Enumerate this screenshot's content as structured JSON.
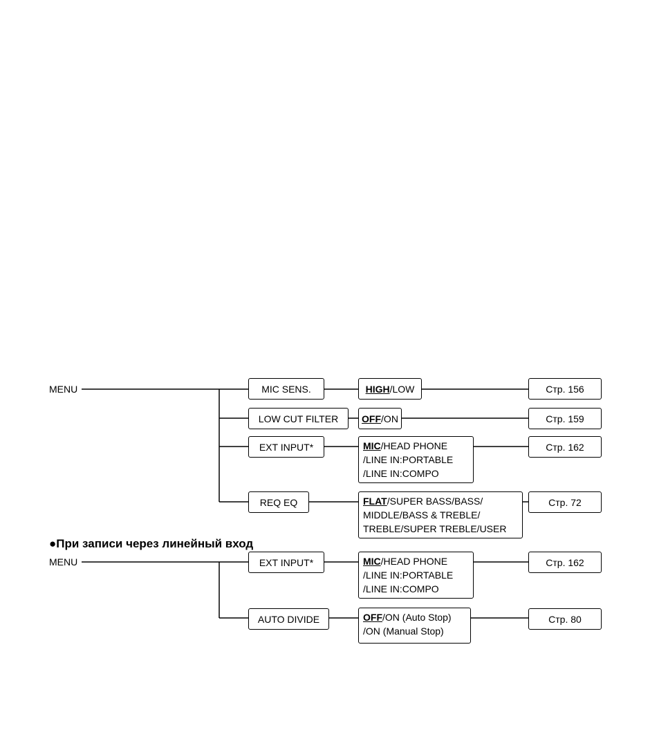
{
  "section1": {
    "menu_label": "MENU",
    "rows": [
      {
        "item": "MIC SENS.",
        "options": [
          {
            "default": "HIGH",
            "rest": "/LOW"
          }
        ],
        "page": "Стр. 156"
      },
      {
        "item": "LOW CUT FILTER",
        "options": [
          {
            "default": "OFF",
            "rest": "/ON"
          }
        ],
        "page": "Стр. 159"
      },
      {
        "item": "EXT INPUT*",
        "options": [
          {
            "default": "MIC",
            "rest": "/HEAD PHONE"
          },
          {
            "default": "",
            "rest": "/LINE IN:PORTABLE"
          },
          {
            "default": "",
            "rest": "/LINE IN:COMPO"
          }
        ],
        "page": "Стр. 162"
      },
      {
        "item": "REQ EQ",
        "options": [
          {
            "default": "FLAT",
            "rest": "/SUPER BASS/BASS/"
          },
          {
            "default": "",
            "rest": "MIDDLE/BASS & TREBLE/"
          },
          {
            "default": "",
            "rest": "TREBLE/SUPER TREBLE/USER"
          }
        ],
        "page": "Стр. 72"
      }
    ]
  },
  "section2": {
    "heading": "●При записи через линейный вход",
    "menu_label": "MENU",
    "rows": [
      {
        "item": "EXT INPUT*",
        "options": [
          {
            "default": "MIC",
            "rest": "/HEAD PHONE"
          },
          {
            "default": "",
            "rest": "/LINE IN:PORTABLE"
          },
          {
            "default": "",
            "rest": "/LINE IN:COMPO"
          }
        ],
        "page": "Стр. 162"
      },
      {
        "item": "AUTO DIVIDE",
        "options": [
          {
            "default": "OFF",
            "rest": "/ON (Auto Stop)"
          },
          {
            "default": "",
            "rest": "/ON (Manual Stop)"
          }
        ],
        "page": "Стр. 80"
      }
    ]
  }
}
